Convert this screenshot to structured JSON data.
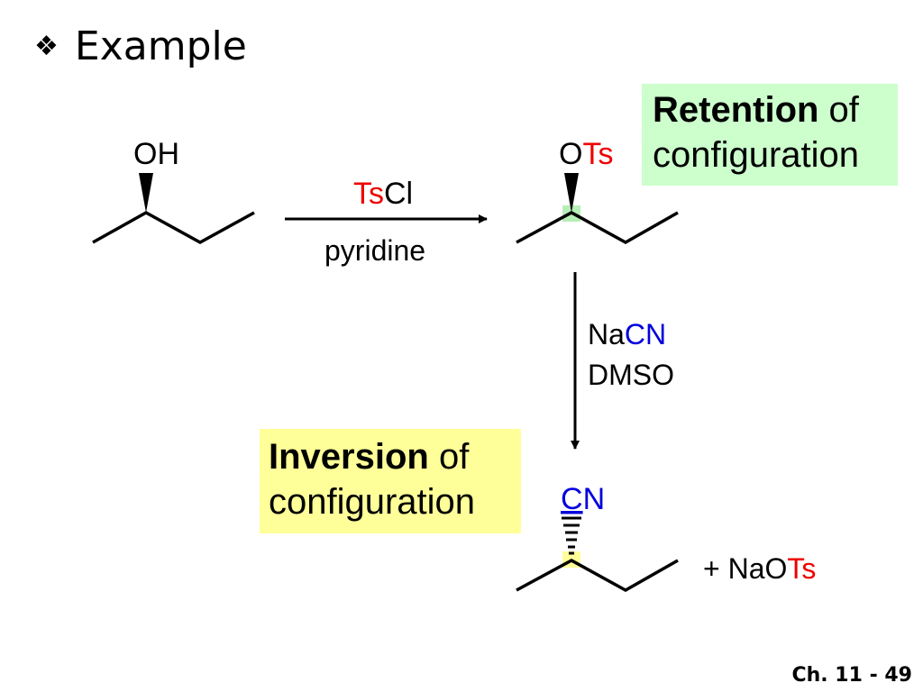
{
  "slide": {
    "bullet_icon": "four-diamond-bullet-icon",
    "title": "Example",
    "footer": "Ch. 11 - 49"
  },
  "colors": {
    "red": "#ee0000",
    "blue": "#0000dd",
    "retention_bg": "#ccffcc",
    "inversion_bg": "#ffff99"
  },
  "reactant": {
    "group": "OH"
  },
  "step1": {
    "reagent_red": "Ts",
    "reagent_black": "Cl",
    "solvent": "pyridine"
  },
  "intermediate": {
    "group_black": "O",
    "group_red": "Ts"
  },
  "step2": {
    "reagent_black": "Na",
    "reagent_blue": "CN",
    "solvent": "DMSO"
  },
  "product": {
    "group_blue": "C",
    "group_blue2": "N",
    "byproduct_black": "+ NaO",
    "byproduct_red": "Ts"
  },
  "retention_callout": {
    "bold": "Retention",
    "rest": " of",
    "line2": "configuration"
  },
  "inversion_callout": {
    "bold": "Inversion",
    "rest": " of",
    "line2": "configuration"
  }
}
